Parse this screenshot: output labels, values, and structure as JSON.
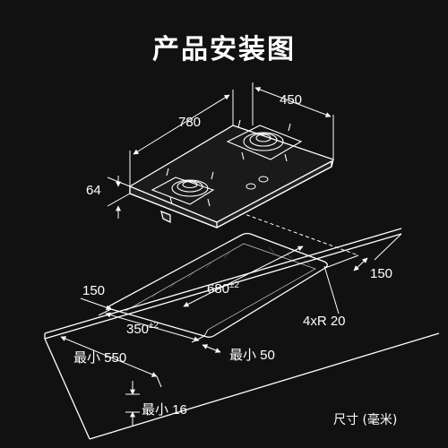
{
  "title": "产品安装图",
  "units_label": "尺寸 (毫米)",
  "colors": {
    "background": "#111111",
    "lines": "#ffffff",
    "hob_body": "#1a1a1a"
  },
  "dimensions": {
    "width_780": "780",
    "depth_450": "450",
    "height_64": "64",
    "cutout_width": "680",
    "cutout_width_tol": "±2",
    "cutout_depth": "350",
    "cutout_depth_tol": "±2",
    "right_clearance": "150",
    "left_clearance": "150",
    "corner_radius": "4xR 20",
    "min_front": "最小 550",
    "min_rear": "最小 50",
    "min_bottom": "最小 16"
  }
}
